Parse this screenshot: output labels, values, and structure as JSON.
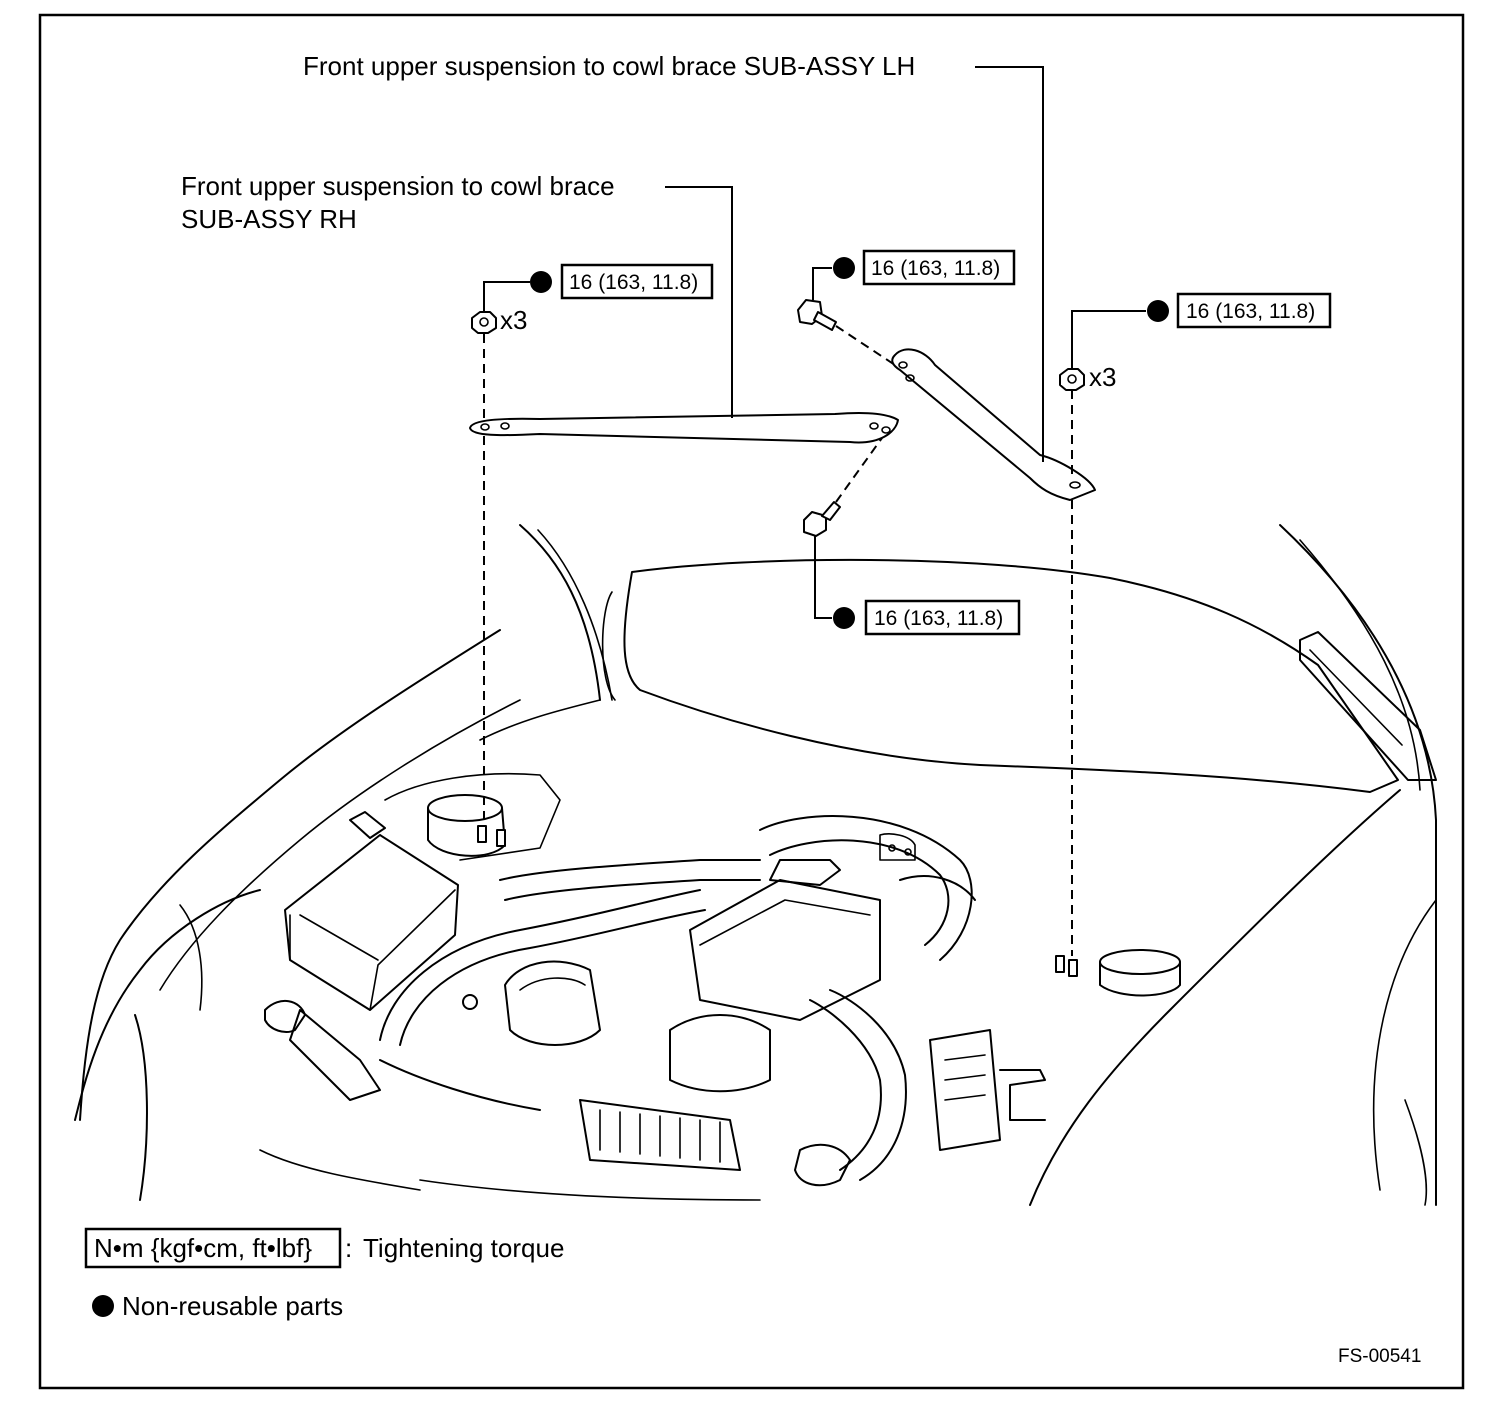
{
  "labels": {
    "lh_brace": "Front upper suspension to cowl brace SUB-ASSY LH",
    "rh_brace_line1": "Front upper suspension to cowl brace",
    "rh_brace_line2": "SUB-ASSY RH"
  },
  "torque": {
    "rh_nuts": "16 (163, 11.8)",
    "lh_bolt": "16 (163, 11.8)",
    "lh_nuts": "16 (163, 11.8)",
    "rh_bolt": "16 (163, 11.8)"
  },
  "quantities": {
    "rh_nuts": "x3",
    "lh_nuts": "x3"
  },
  "legend": {
    "torque_unit": "N•m {kgf•cm, ft•lbf}",
    "torque_separator": ":",
    "torque_desc": "Tightening torque",
    "nonreusable_desc": "Non-reusable parts"
  },
  "figure_id": "FS-00541",
  "icons": {
    "non_reusable": "filled-circle-icon"
  }
}
